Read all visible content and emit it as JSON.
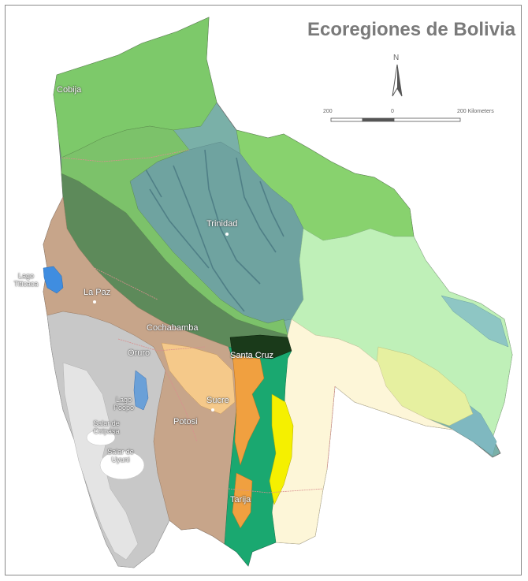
{
  "map": {
    "title": "Ecoregiones de Bolivia",
    "north": "N",
    "scale": {
      "left": "200",
      "middle": "0",
      "right": "200 Kilometers"
    },
    "places": {
      "pando": "Cobija",
      "trinidad": "Trinidad",
      "lago_titicaca": "Lago Titicaca",
      "la_paz": "La Paz",
      "cochabamba": "Cochabamba",
      "oruro": "Oruro",
      "santa_cruz": "Santa Cruz",
      "lago_poopo": "Lago Poopo",
      "salar_coipasa": "Salar de Coipasa",
      "salar_uyuni": "Salar de Uyuni",
      "potosi": "Potosi",
      "sucre": "Sucre",
      "tarija": "Tarija"
    },
    "colors": {
      "amazon_green": "#7dc96a",
      "floodplain_blue": "#7ab0a8",
      "yungas_dark": "#5d8a5a",
      "chiquitano_light": "#bff0b8",
      "chaco_cream": "#fdf6d8",
      "altiplano_gray": "#c8c8c8",
      "valley_tan": "#c7a58a",
      "dry_orange": "#f0a040",
      "tucuman_teal": "#1aa870",
      "chaco_yellow": "#f5f000",
      "lake_blue": "#3f8de0"
    }
  }
}
